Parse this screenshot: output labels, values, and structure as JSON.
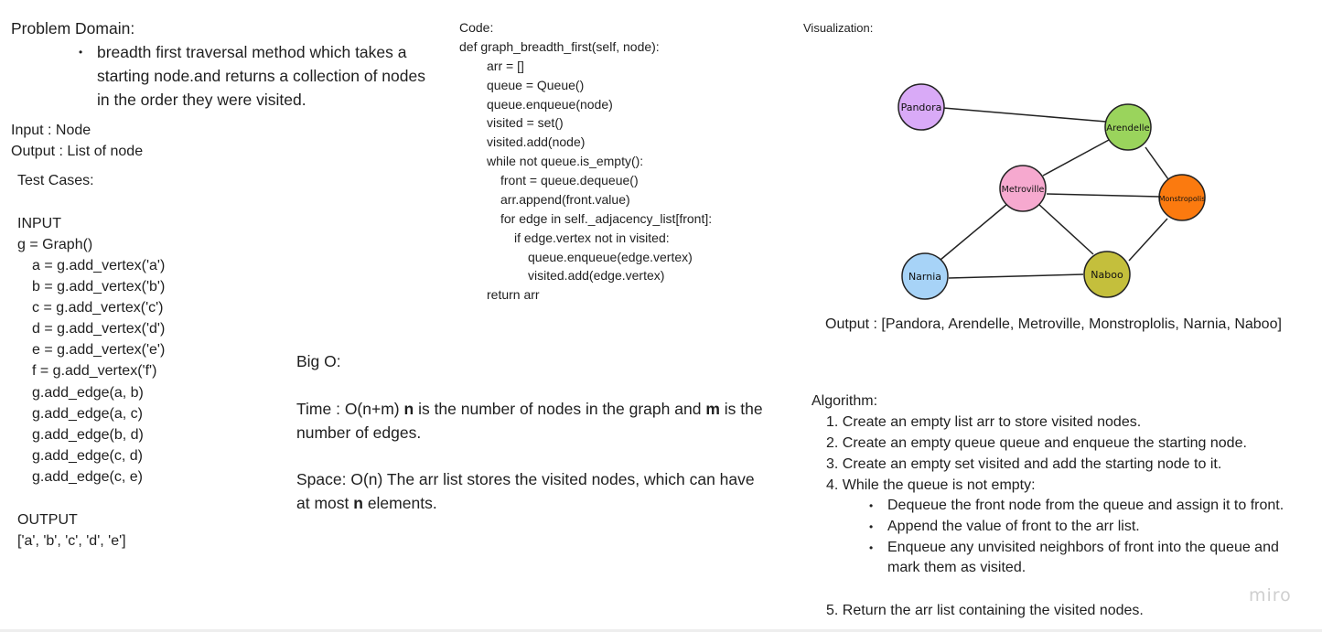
{
  "problem": {
    "title": "Problem Domain:",
    "bullet": "breadth first traversal method which takes a starting node.and returns a collection of nodes in the order they were visited.",
    "input": "Input : Node",
    "output": "Output : List of node"
  },
  "tests": {
    "title": "Test Cases:",
    "input_label": "INPUT",
    "lines": [
      "g = Graph()",
      "a = g.add_vertex('a')",
      "b = g.add_vertex('b')",
      "c = g.add_vertex('c')",
      "d = g.add_vertex('d')",
      "e = g.add_vertex('e')",
      "f = g.add_vertex('f')",
      "g.add_edge(a, b)",
      "g.add_edge(a, c)",
      "g.add_edge(b, d)",
      "g.add_edge(c, d)",
      "g.add_edge(c, e)"
    ],
    "output_label": "OUTPUT",
    "output_value": "['a', 'b', 'c', 'd', 'e']"
  },
  "code": {
    "title": "Code:",
    "lines": [
      "def graph_breadth_first(self, node):",
      "arr = []",
      "queue = Queue()",
      "queue.enqueue(node)",
      "visited = set()",
      "visited.add(node)",
      "while not queue.is_empty():",
      "front = queue.dequeue()",
      "arr.append(front.value)",
      "for edge in self._adjacency_list[front]:",
      "if edge.vertex not in visited:",
      "queue.enqueue(edge.vertex)",
      "visited.add(edge.vertex)",
      "return arr"
    ]
  },
  "bigo": {
    "title": "Big O:",
    "time_prefix": "Time : O(n+m)",
    "time_n": "n",
    "time_mid": " is the number of nodes in the graph and ",
    "time_m": "m",
    "time_suffix": " is the number of edges.",
    "space_prefix": "Space: O(n) The arr list stores the visited nodes, which can have at most ",
    "space_n": "n",
    "space_suffix": " elements."
  },
  "visualization": {
    "title": "Visualization:",
    "nodes": [
      {
        "id": "pandora",
        "label": "Pandora",
        "color": "#d9aaf7"
      },
      {
        "id": "arendelle",
        "label": "Arendelle",
        "color": "#9ad45c"
      },
      {
        "id": "metroville",
        "label": "Metroville",
        "color": "#f6a9cf"
      },
      {
        "id": "monstropolis",
        "label": "Monstropolis",
        "color": "#fb7a0f"
      },
      {
        "id": "narnia",
        "label": "Narnia",
        "color": "#a7d3f7"
      },
      {
        "id": "naboo",
        "label": "Naboo",
        "color": "#c4bf3c"
      }
    ],
    "output": "Output : [Pandora, Arendelle, Metroville, Monstroplolis, Narnia, Naboo]"
  },
  "algorithm": {
    "title": "Algorithm:",
    "steps": [
      "1. Create an empty list arr to store visited nodes.",
      "2. Create an empty queue queue and enqueue the starting node.",
      "3. Create an empty set visited and add the starting node to it.",
      "4. While the queue is not empty:",
      "5. Return the arr list containing the visited nodes."
    ],
    "substeps": [
      "Dequeue the front node from the queue and assign it to front.",
      "Append the value of front to the arr list.",
      "Enqueue any unvisited neighbors of front into the queue and mark them as visited."
    ]
  },
  "watermark": "miro"
}
